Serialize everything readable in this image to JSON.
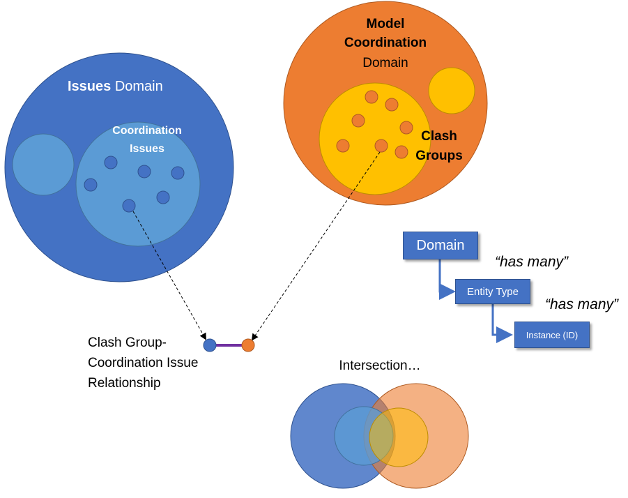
{
  "colors": {
    "issues_domain": "#4472c4",
    "issues_inner": "#5b9bd5",
    "model_domain": "#ed7d31",
    "model_inner": "#ffc000",
    "relationship_line": "#7030a0",
    "box_fill": "#4472c4"
  },
  "issues_domain": {
    "title_bold": "Issues",
    "title_rest": " Domain",
    "entity_label_line1": "Coordination",
    "entity_label_line2": "Issues"
  },
  "model_domain": {
    "title_line1": "Model",
    "title_line2": "Coordination",
    "title_line3": "Domain",
    "entity_label_line1": "Clash",
    "entity_label_line2": "Groups"
  },
  "relationship": {
    "label_line1": "Clash Group-",
    "label_line2": "Coordination Issue",
    "label_line3": "Relationship"
  },
  "hierarchy": {
    "level1": "Domain",
    "level2": "Entity Type",
    "level3": "Instance (ID)",
    "relation1": "“has many”",
    "relation2": "“has many”"
  },
  "intersection": {
    "title": "Intersection…"
  }
}
